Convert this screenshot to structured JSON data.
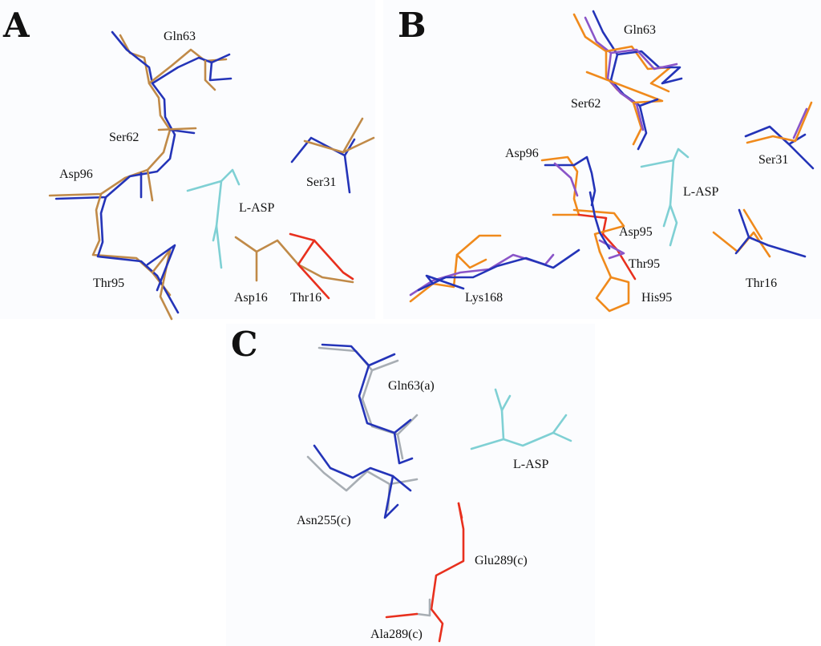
{
  "colors": {
    "blue": "#2434b8",
    "tan": "#c08a48",
    "orange": "#f08a1c",
    "purple": "#8a55c8",
    "red": "#e8301e",
    "cyan": "#7fd0d4",
    "gray": "#a8aeb4",
    "text": "#111111"
  },
  "panels": [
    {
      "letter": "A",
      "labels": [
        "Gln63",
        "Ser62",
        "Asp96",
        "Ser31",
        "L-ASP",
        "Thr95",
        "Asp16",
        "Thr16"
      ]
    },
    {
      "letter": "B",
      "labels": [
        "Gln63",
        "Ser62",
        "Asp96",
        "Ser31",
        "L-ASP",
        "Asp95",
        "Thr95",
        "Lys168",
        "His95",
        "Thr16"
      ]
    },
    {
      "letter": "C",
      "labels": [
        "Gln63(a)",
        "L-ASP",
        "Asn255(c)",
        "Glu289(c)",
        "Ala289(c)"
      ]
    }
  ]
}
